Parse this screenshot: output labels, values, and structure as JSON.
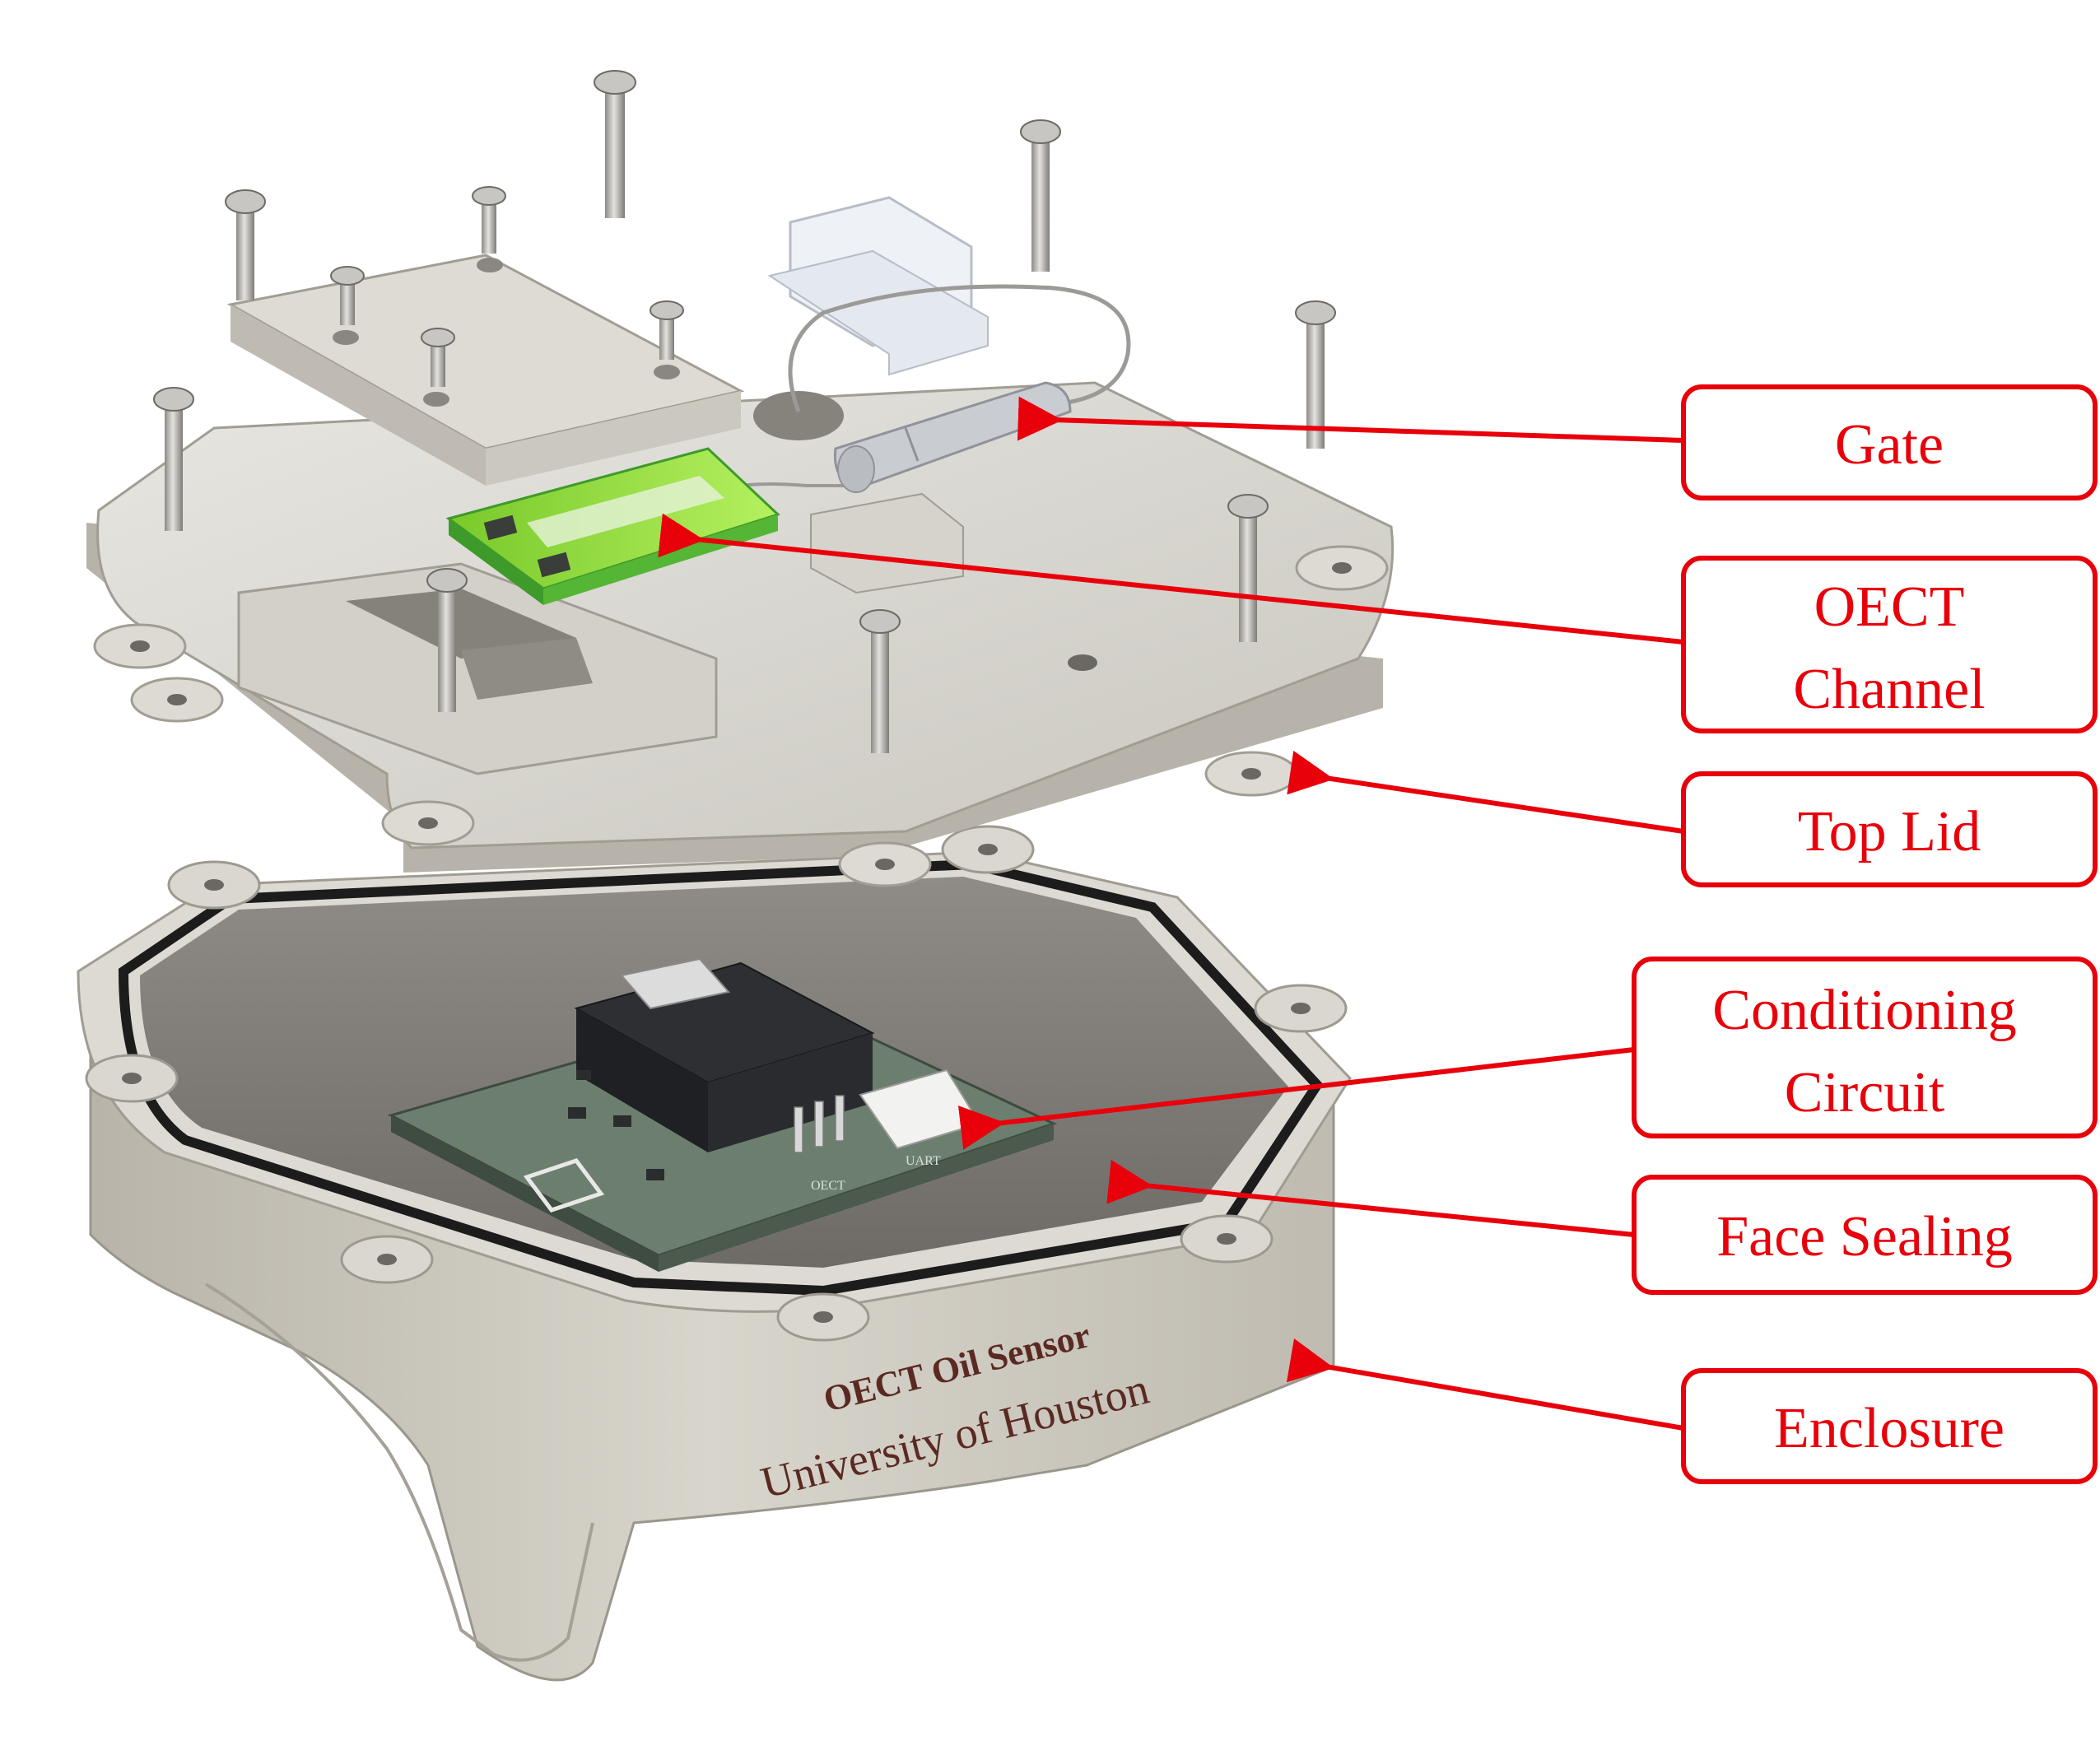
{
  "labels": {
    "gate": "Gate",
    "oect_line1": "OECT",
    "oect_line2": "Channel",
    "top_lid": "Top Lid",
    "cond_line1": "Conditioning",
    "cond_line2": "Circuit",
    "face_sealing": "Face Sealing",
    "enclosure": "Enclosure"
  },
  "engraving": {
    "line1": "OECT Oil Sensor",
    "line2": "University of Houston"
  },
  "pcb_silkscreen": {
    "oect": "OECT",
    "uart": "UART"
  },
  "colors": {
    "annotation": "#e8000b",
    "part_body": "#d9d7cf",
    "oect_chip": "#9be33a",
    "pcb": "#5f7363"
  }
}
